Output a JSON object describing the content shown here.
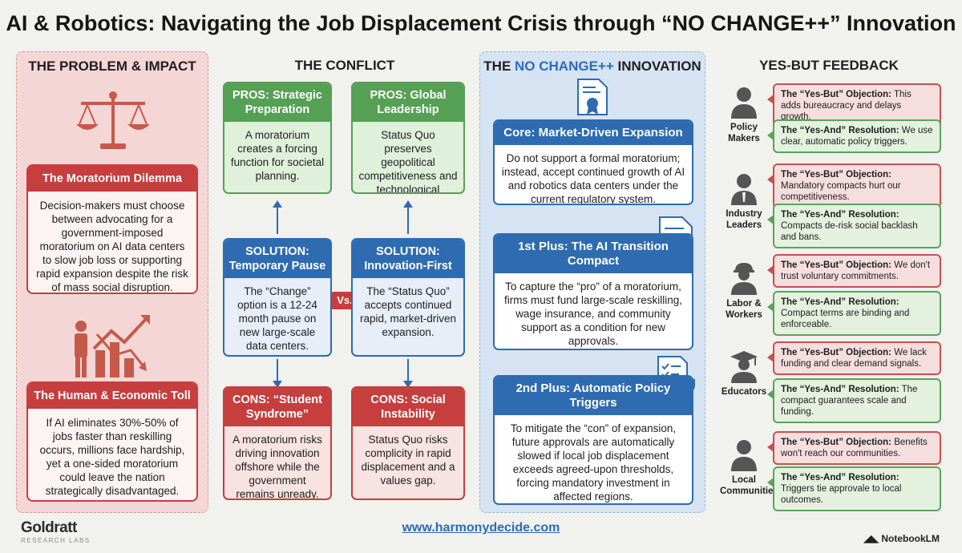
{
  "title": "AI & Robotics: Navigating the Job Displacement Crisis through “NO CHANGE++” Innovation",
  "col1": {
    "heading": "THE PROBLEM & IMPACT",
    "dilemma": {
      "title": "The Moratorium Dilemma",
      "text": "Decision-makers must choose between advocating for a government-imposed moratorium on AI data centers to slow job loss or supporting rapid expansion despite the risk of mass social disruption."
    },
    "toll": {
      "title": "The Human & Economic Toll",
      "text": "If AI eliminates 30%-50% of jobs faster than reskilling occurs, millions face hardship, yet a one-sided moratorium could leave the nation strategically disadvantaged."
    }
  },
  "col2": {
    "heading": "THE CONFLICT",
    "pros_left": {
      "title": "PROS: Strategic Preparation",
      "text": "A moratorium creates a forcing function for societal planning."
    },
    "pros_right": {
      "title": "PROS: Global Leadership",
      "text": "Status Quo preserves geopolitical competitiveness and technological growth."
    },
    "sol_left": {
      "title": "SOLUTION: Temporary Pause",
      "text": "The “Change” option is a 12-24 month pause on new large-scale data centers."
    },
    "sol_right": {
      "title": "SOLUTION: Innovation-First",
      "text": "The “Status Quo” accepts continued rapid, market-driven expansion."
    },
    "vs": "Vs.",
    "cons_left": {
      "title": "CONS: “Student Syndrome”",
      "text": "A moratorium risks driving innovation offshore while the government remains unready."
    },
    "cons_right": {
      "title": "CONS: Social Instability",
      "text": "Status Quo risks complicity in rapid displacement and a values gap."
    }
  },
  "col3": {
    "heading_pre": "THE ",
    "heading_hl": "NO CHANGE++",
    "heading_post": " INNOVATION",
    "core": {
      "title": "Core: Market-Driven Expansion",
      "text": "Do not support a formal moratorium; instead, accept continued growth of AI and robotics data centers under the current regulatory system."
    },
    "plus1": {
      "title": "1st Plus: The AI Transition Compact",
      "text": "To capture the “pro” of a moratorium, firms must fund large-scale reskilling, wage insurance, and community support as a condition for new approvals."
    },
    "plus2": {
      "title": "2nd Plus: Automatic Policy Triggers",
      "text": "To mitigate the “con” of expansion, future approvals are automatically slowed if local job displacement exceeds agreed-upon thresholds, forcing mandatory investment in affected regions."
    }
  },
  "col4": {
    "heading": "YES-BUT FEEDBACK",
    "items": [
      {
        "who": "Policy Makers",
        "but_label": "The “Yes-But” Objection:",
        "but": "This adds bureaucracy and delays growth.",
        "and_label": "The “Yes-And” Resolution:",
        "and": "We use clear, automatic policy triggers."
      },
      {
        "who": "Industry Leaders",
        "but_label": "The “Yes-But” Objection:",
        "but": "Mandatory compacts hurt our competitiveness.",
        "and_label": "The “Yes-And” Resolution:",
        "and": "Compacts de-risk social backlash and bans."
      },
      {
        "who": "Labor & Workers",
        "but_label": "The “Yes-But” Objection:",
        "but": "We don't trust voluntary commitments.",
        "and_label": "The “Yes-And” Resolution:",
        "and": "Compact terms are binding and enforceable."
      },
      {
        "who": "Educators",
        "but_label": "The “Yes-But” Objection:",
        "but": "We lack funding and clear demand signals.",
        "and_label": "The “Yes-And” Resolution:",
        "and": "The compact guarantees scale and funding."
      },
      {
        "who": "Local Communities",
        "but_label": "The “Yes-But” Objection:",
        "but": "Benefits won't reach our communities.",
        "and_label": "The “Yes-And” Resolution:",
        "and": "Triggers tie approvale to local outcomes."
      }
    ]
  },
  "footer": {
    "url": "www.harmonydecide.com",
    "logo_main": "Goldratt",
    "logo_sub": "RESEARCH LABS",
    "badge": "NotebookLM"
  },
  "colors": {
    "red": "#c63e3e",
    "green": "#55a055",
    "blue": "#2e6bb0"
  }
}
